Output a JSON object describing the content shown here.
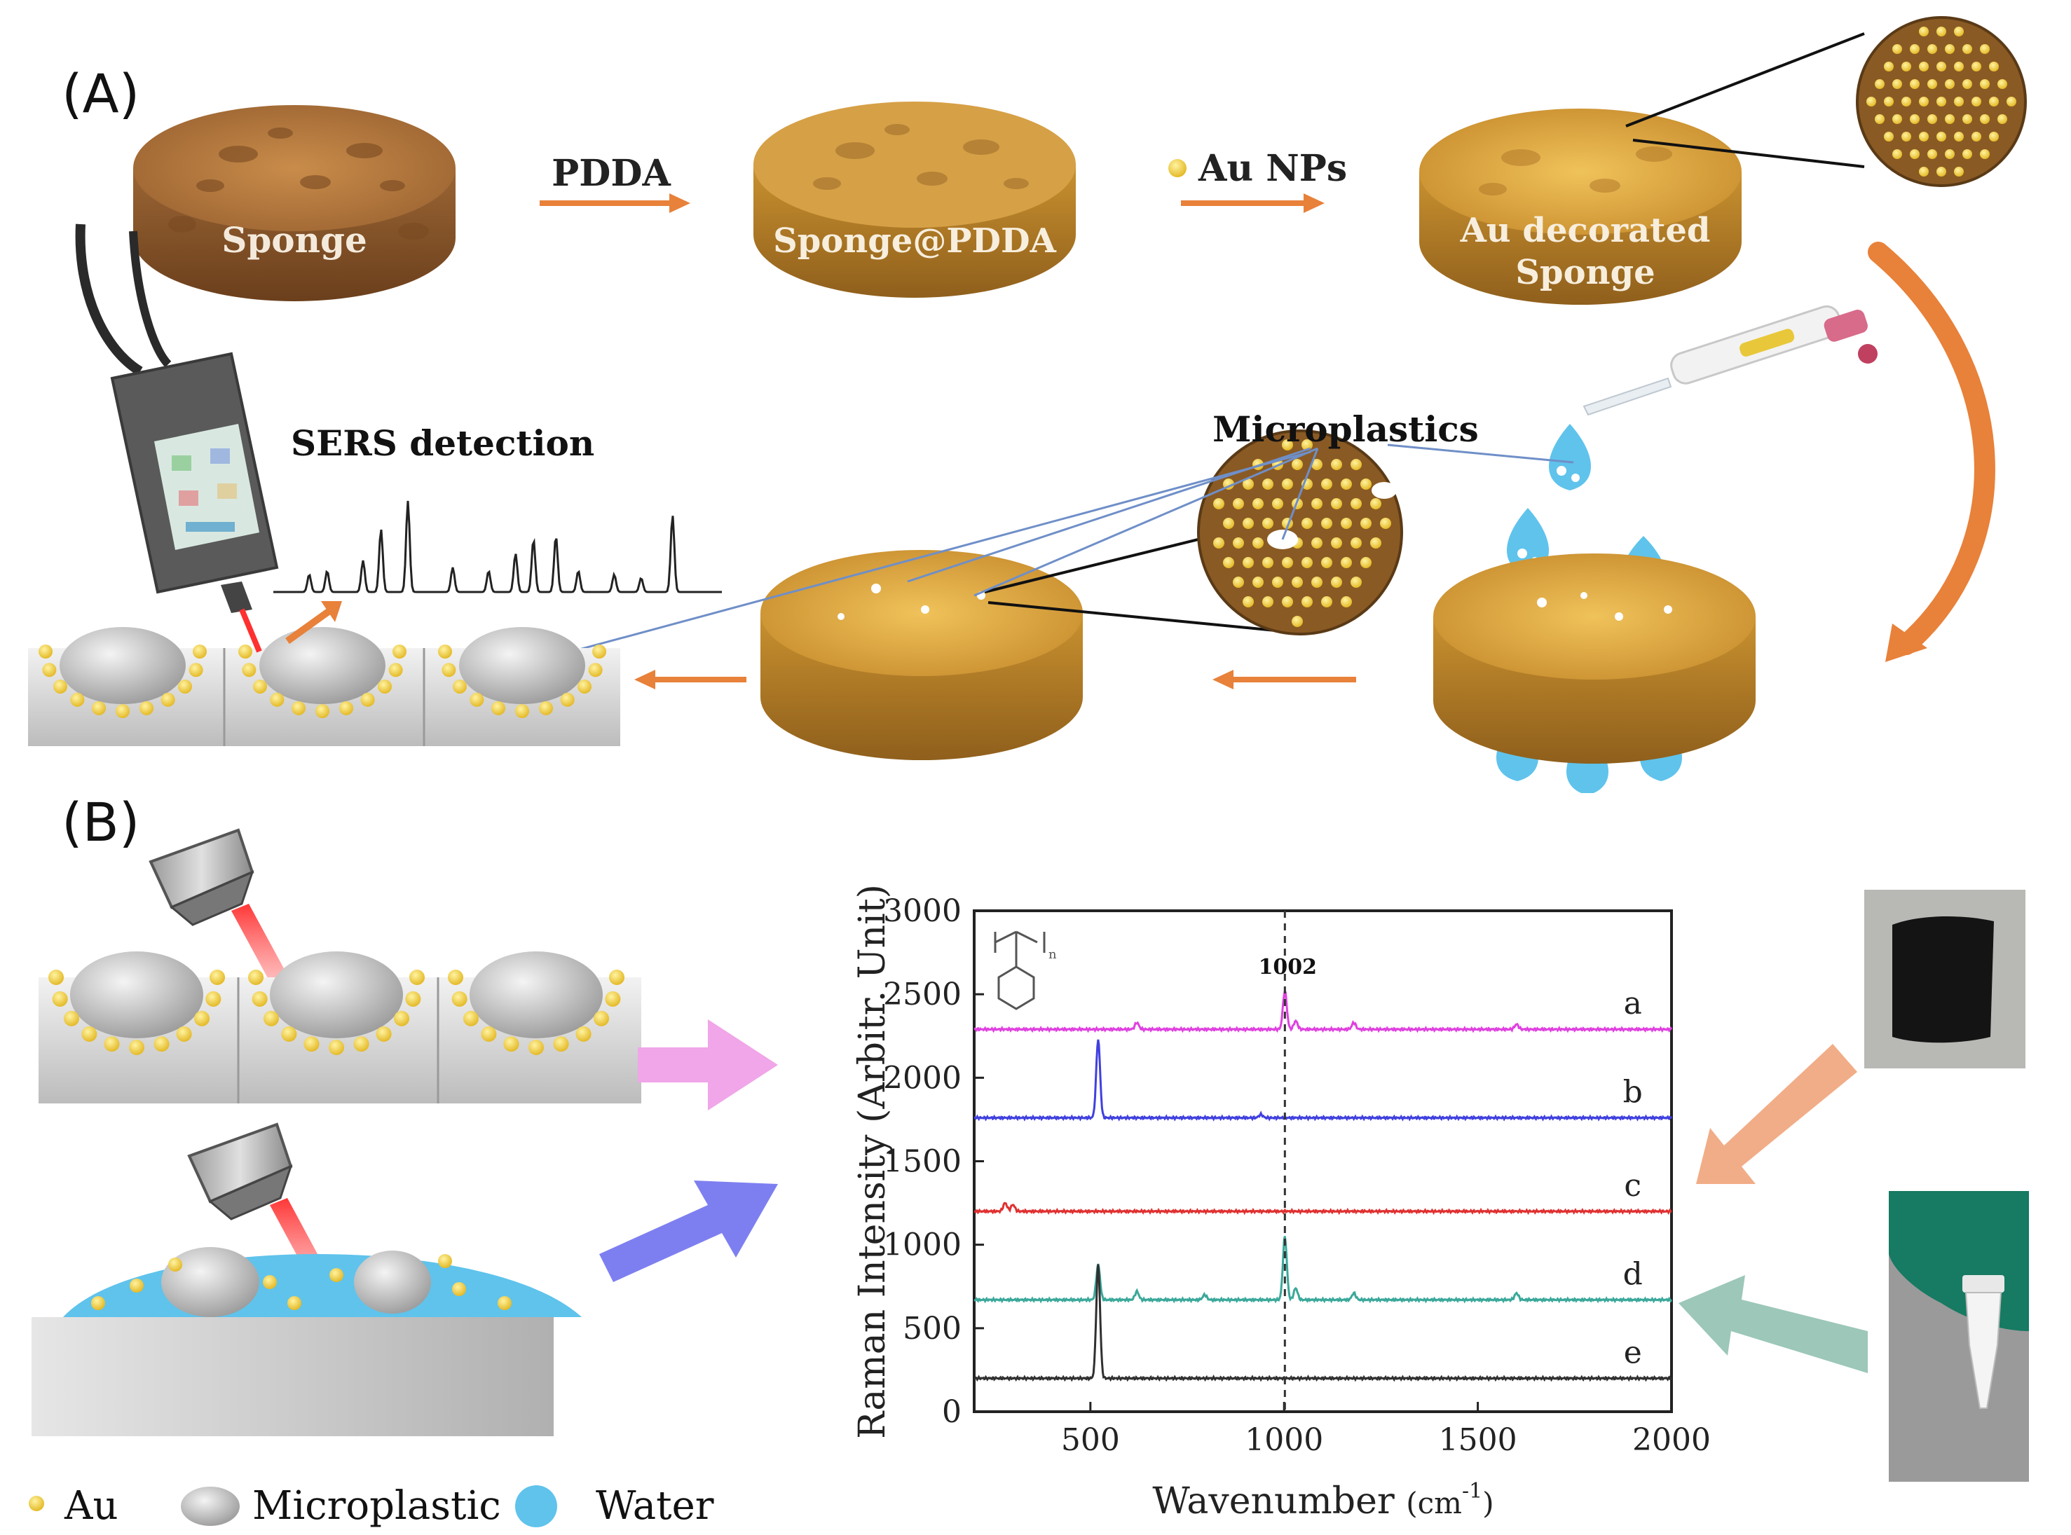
{
  "panel_a": {
    "label": "(A)",
    "sponge_label": "Sponge",
    "step1_label": "PDDA",
    "sponge_pdda_label": "Sponge@PDDA",
    "step2_label": "Au NPs",
    "au_sponge_label_line1": "Au decorated",
    "au_sponge_label_line2": "Sponge",
    "microplastics_label": "Microplastics",
    "sers_label": "SERS detection"
  },
  "panel_b": {
    "label": "(B)"
  },
  "legend": {
    "au": "Au",
    "microplastic": "Microplastic",
    "water": "Water"
  },
  "colors": {
    "orange_arrow": "#e8813a",
    "pink_arrow": "#f0a6e8",
    "blue_arrow": "#7d7ff0",
    "sage_arrow": "#9cc7b9",
    "peach_arrow": "#f1ad87",
    "gold": "#f2cf3a",
    "water": "#5fc3ec"
  },
  "chart_data": {
    "type": "line",
    "xlabel": "Wavenumber (cm-1)",
    "xlabel_main": "Wavenumber ",
    "xlabel_unit": "(cm",
    "xlabel_sup": "-1",
    "xlabel_close": ")",
    "ylabel": "Raman Intensity (Arbitr. Unit)",
    "xlim": [
      200,
      2000
    ],
    "ylim": [
      0,
      3000
    ],
    "xticks": [
      500,
      1000,
      1500,
      2000
    ],
    "yticks": [
      0,
      500,
      1000,
      1500,
      2000,
      2500,
      3000
    ],
    "annotation": "1002",
    "annotation_x": 1002,
    "monomer_subscript": "n",
    "series": [
      {
        "name": "a",
        "color": "#e040e0",
        "baseline": 2290,
        "peaks": [
          [
            620,
            40
          ],
          [
            1002,
            230
          ],
          [
            1030,
            50
          ],
          [
            1180,
            40
          ],
          [
            1600,
            30
          ]
        ]
      },
      {
        "name": "b",
        "color": "#4040e0",
        "baseline": 1760,
        "peaks": [
          [
            520,
            470
          ],
          [
            940,
            20
          ]
        ]
      },
      {
        "name": "c",
        "color": "#e03030",
        "baseline": 1200,
        "peaks": [
          [
            280,
            50
          ],
          [
            300,
            40
          ]
        ]
      },
      {
        "name": "d",
        "color": "#3aa89a",
        "baseline": 670,
        "peaks": [
          [
            520,
            210
          ],
          [
            620,
            50
          ],
          [
            795,
            30
          ],
          [
            1002,
            380
          ],
          [
            1030,
            70
          ],
          [
            1180,
            40
          ],
          [
            1600,
            40
          ]
        ]
      },
      {
        "name": "e",
        "color": "#303030",
        "baseline": 200,
        "peaks": [
          [
            520,
            680
          ]
        ]
      }
    ]
  }
}
